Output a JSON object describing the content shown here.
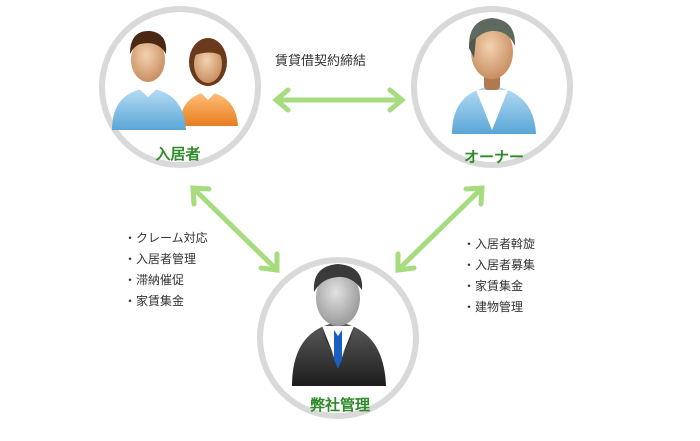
{
  "nodes": {
    "tenant": {
      "label": "入居者",
      "icon": "couple-person-icon"
    },
    "owner": {
      "label": "オーナー",
      "icon": "owner-person-icon"
    },
    "company": {
      "label": "弊社管理",
      "icon": "businessman-icon"
    }
  },
  "contract_label": "賃貸借契約締結",
  "tenant_services": [
    "・クレーム対応",
    "・入居者管理",
    "・滞納催促",
    "・家賃集金"
  ],
  "owner_services": [
    "・入居者斡旋",
    "・入居者募集",
    "・家賃集金",
    "・建物管理"
  ],
  "colors": {
    "arrow": "#a6db7e",
    "circle_ring": "#d9d9d9",
    "label": "#2f8a2a"
  }
}
